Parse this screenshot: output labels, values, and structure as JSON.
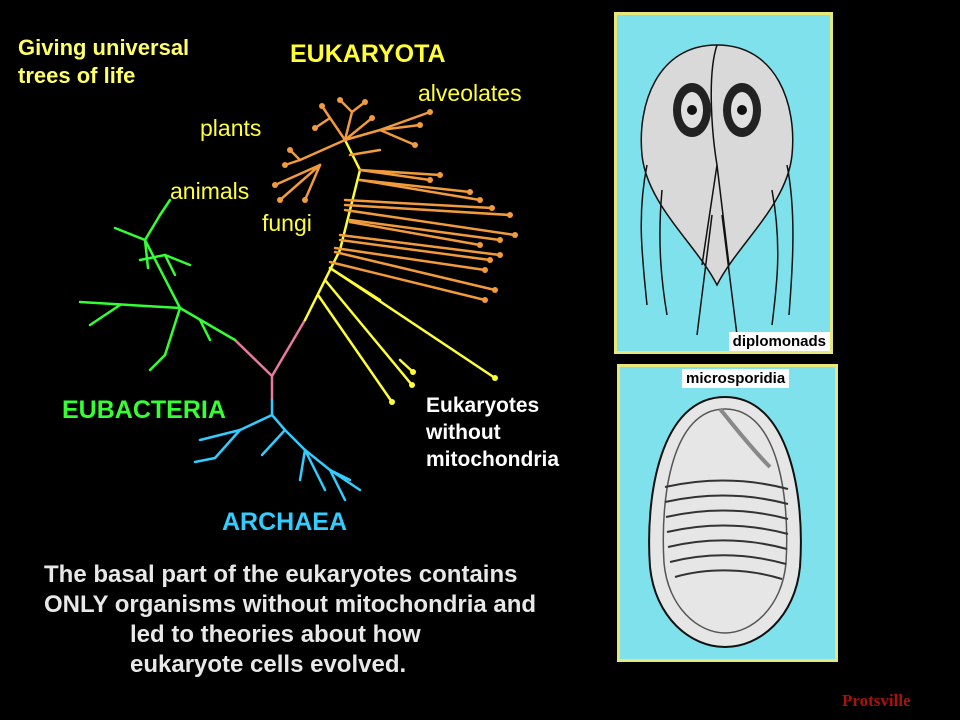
{
  "title": "Giving universal\ntrees of life",
  "labels": {
    "eukaryota": "EUKARYOTA",
    "alveolates": "alveolates",
    "plants": "plants",
    "animals": "animals",
    "fungi": "fungi",
    "eubacteria": "EUBACTERIA",
    "archaea": "ARCHAEA",
    "without_mito": "Eukaryotes\nwithout\nmitochondria"
  },
  "caption": [
    "The basal part of the eukaryotes contains",
    "ONLY organisms without mitochondria and",
    "led to theories about how",
    "eukaryote cells evolved."
  ],
  "panels": {
    "top_label": "diplomonads",
    "bottom_label": "microsporidia"
  },
  "watermark": "Protsville",
  "colors": {
    "eukaryota": "#f29b3c",
    "eukaryota_base": "#ffff33",
    "eubacteria": "#33ff33",
    "archaea": "#33ccff",
    "root": "#e87aa0",
    "panel_bg": "#7fe1ec",
    "panel_border": "#e8e87a"
  }
}
